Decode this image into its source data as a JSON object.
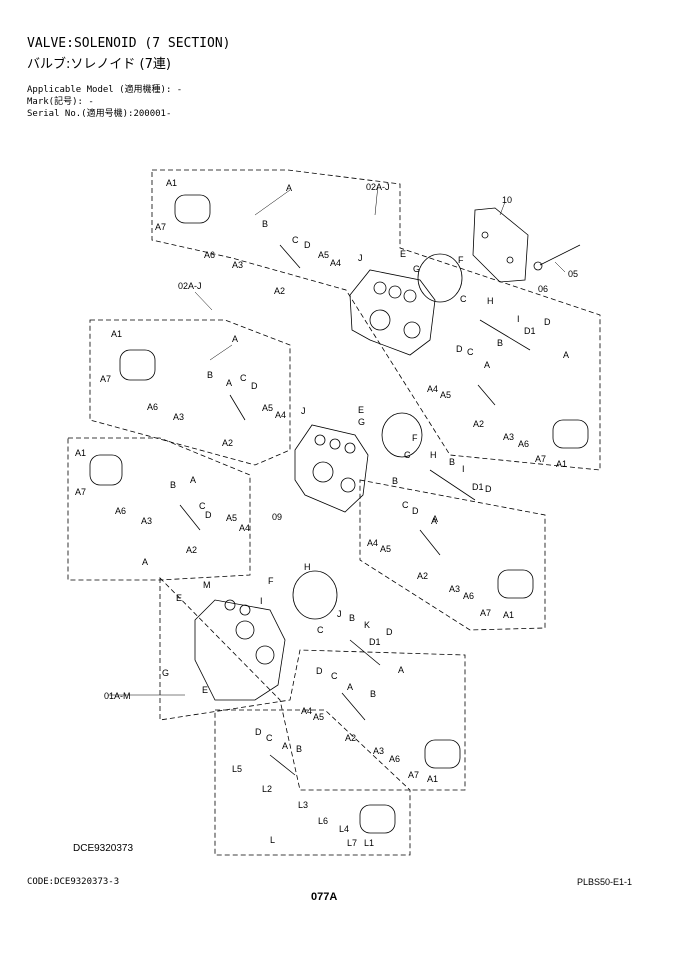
{
  "header": {
    "title_en": "VALVE:SOLENOID (7 SECTION)",
    "title_jp": "バルブ:ソレノイド (7連)",
    "applicable_model": "Applicable Model (適用機種): -",
    "mark": "Mark(記号): -",
    "serial_no": "Serial No.(適用号機):200001-"
  },
  "drawing_code": "DCE9320373",
  "footer": {
    "code_left": "CODE:DCE9320373-3",
    "code_right": "PLBS50-E1-1",
    "page": "077A"
  },
  "callouts": {
    "group_02aj_top": "02A-J",
    "group_02aj_mid": "02A-J",
    "group_01am": "01A-M",
    "part_10": "10",
    "part_05": "05",
    "part_06": "06",
    "part_09": "09"
  },
  "part_labels": [
    "A1",
    "A7",
    "A6",
    "A3",
    "A",
    "B",
    "A2",
    "C",
    "D",
    "A5",
    "A4",
    "J",
    "E",
    "G",
    "F",
    "C",
    "H",
    "I",
    "D1",
    "D",
    "A",
    "B",
    "A4",
    "A5",
    "C",
    "D",
    "A",
    "A2",
    "A3",
    "A6",
    "A7",
    "A1",
    "A1",
    "A7",
    "A6",
    "A3",
    "A",
    "B",
    "A",
    "C",
    "D",
    "A5",
    "A4",
    "A2",
    "J",
    "E",
    "G",
    "F",
    "C",
    "H",
    "B",
    "I",
    "D1",
    "D",
    "B",
    "A",
    "A4",
    "A5",
    "C",
    "D",
    "A",
    "A2",
    "A3",
    "A6",
    "A7",
    "A1",
    "A1",
    "A7",
    "A6",
    "A3",
    "B",
    "A",
    "C",
    "D",
    "A5",
    "A4",
    "A2",
    "A",
    "M",
    "F",
    "I",
    "E",
    "H",
    "J",
    "B",
    "K",
    "D1",
    "D",
    "C",
    "G",
    "E",
    "A",
    "D",
    "C",
    "A",
    "B",
    "A4",
    "A5",
    "A2",
    "A3",
    "A6",
    "A7",
    "A1",
    "D",
    "C",
    "A",
    "B",
    "L5",
    "L2",
    "L3",
    "L6",
    "L4",
    "L7",
    "L1",
    "L"
  ]
}
